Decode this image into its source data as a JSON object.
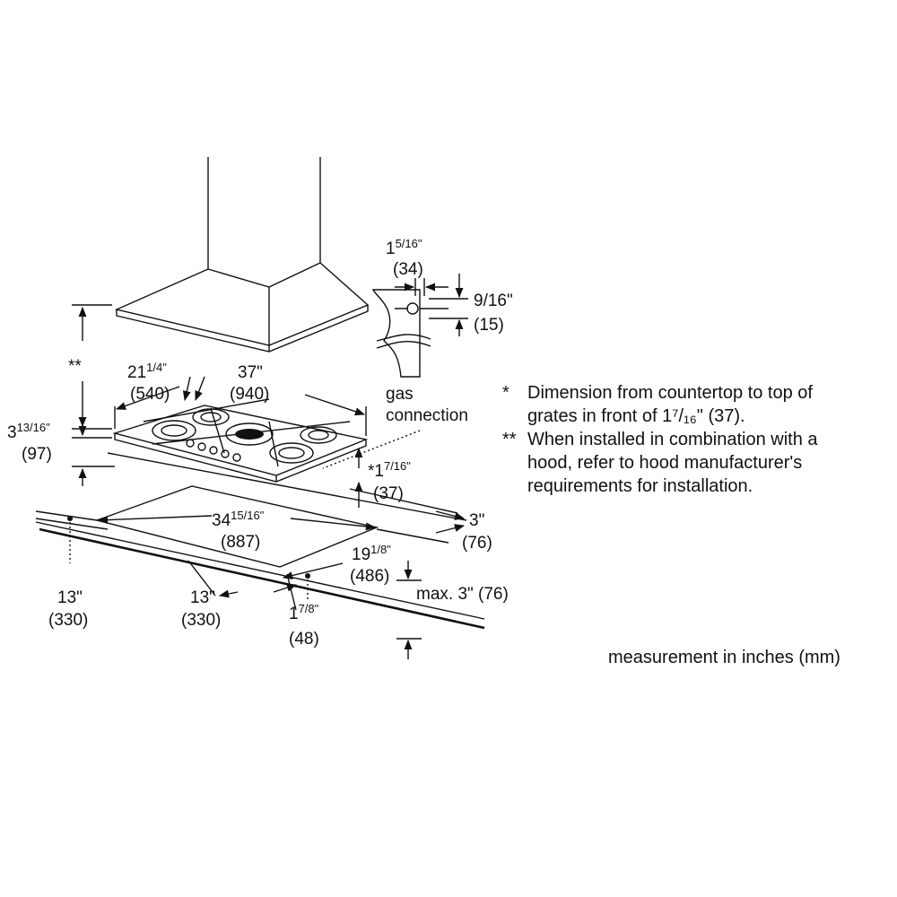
{
  "labels": {
    "double_star": "**",
    "width_half": "21",
    "width_half_frac": "1/4\"",
    "width_half_mm": "(540)",
    "width_full": "37\"",
    "width_full_mm": "(940)",
    "height": "3",
    "height_frac": "13/16\"",
    "height_mm": "(97)",
    "gas": "gas",
    "connection": "connection",
    "grate_h": "*1",
    "grate_h_frac": "7/16\"",
    "grate_h_mm": "(37)",
    "bracket_w": "1",
    "bracket_w_frac": "5/16\"",
    "bracket_w_mm": "(34)",
    "bracket_h_frac": "9/16\"",
    "bracket_h_mm": "(15)",
    "cutout_w": "34",
    "cutout_w_frac": "15/16\"",
    "cutout_w_mm": "(887)",
    "cutout_d": "19",
    "cutout_d_frac": "1/8\"",
    "cutout_d_mm": "(486)",
    "back_clear": "3\"",
    "back_clear_mm": "(76)",
    "max_depth": "max. 3\" (76)",
    "left_offset": "13\"",
    "left_offset_mm": "(330)",
    "front_offset": "13\"",
    "front_offset_mm": "(330)",
    "gas_offset": "1",
    "gas_offset_frac": "7/8\"",
    "gas_offset_mm": "(48)"
  },
  "notes": [
    {
      "mark": "*",
      "lines": [
        "Dimension from countertop to top of",
        "grates in front of 1⁷/₁₆\" (37)."
      ]
    },
    {
      "mark": "**",
      "lines": [
        "When installed in combination with a",
        "hood, refer to hood manufacturer's",
        "requirements for installation."
      ]
    }
  ],
  "footer": "measurement in inches (mm)"
}
